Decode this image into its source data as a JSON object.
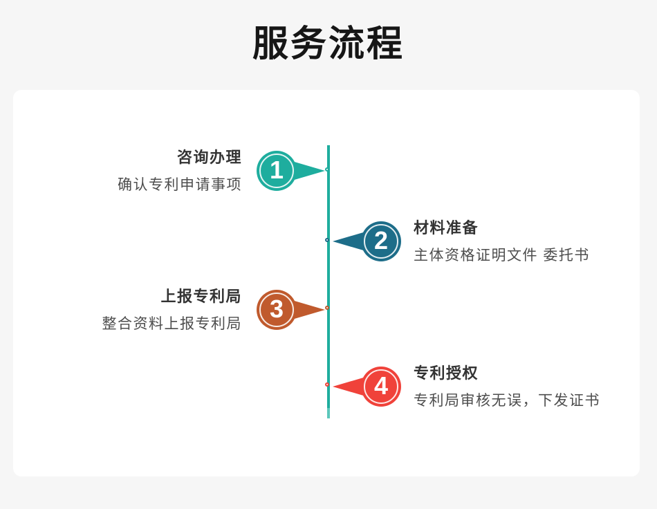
{
  "page": {
    "title": "服务流程",
    "colors": {
      "background": "#f6f6f6",
      "card": "#ffffff",
      "heading_text": "#161616",
      "step_title_text": "#333333",
      "step_subtitle_text": "#4d4d4d"
    }
  },
  "timeline": {
    "line_color": "#1ead9e",
    "line_end_color": "#5cc7bb"
  },
  "steps": [
    {
      "number": "1",
      "title": "咨询办理",
      "subtitle": "确认专利申请事项",
      "color": "#1ead9e",
      "side": "left"
    },
    {
      "number": "2",
      "title": "材料准备",
      "subtitle": "主体资格证明文件 委托书",
      "color": "#1d6d89",
      "side": "right"
    },
    {
      "number": "3",
      "title": "上报专利局",
      "subtitle": "整合资料上报专利局",
      "color": "#c05a2d",
      "side": "left"
    },
    {
      "number": "4",
      "title": "专利授权",
      "subtitle": "专利局审核无误，下发证书",
      "color": "#f0423a",
      "side": "right"
    }
  ]
}
